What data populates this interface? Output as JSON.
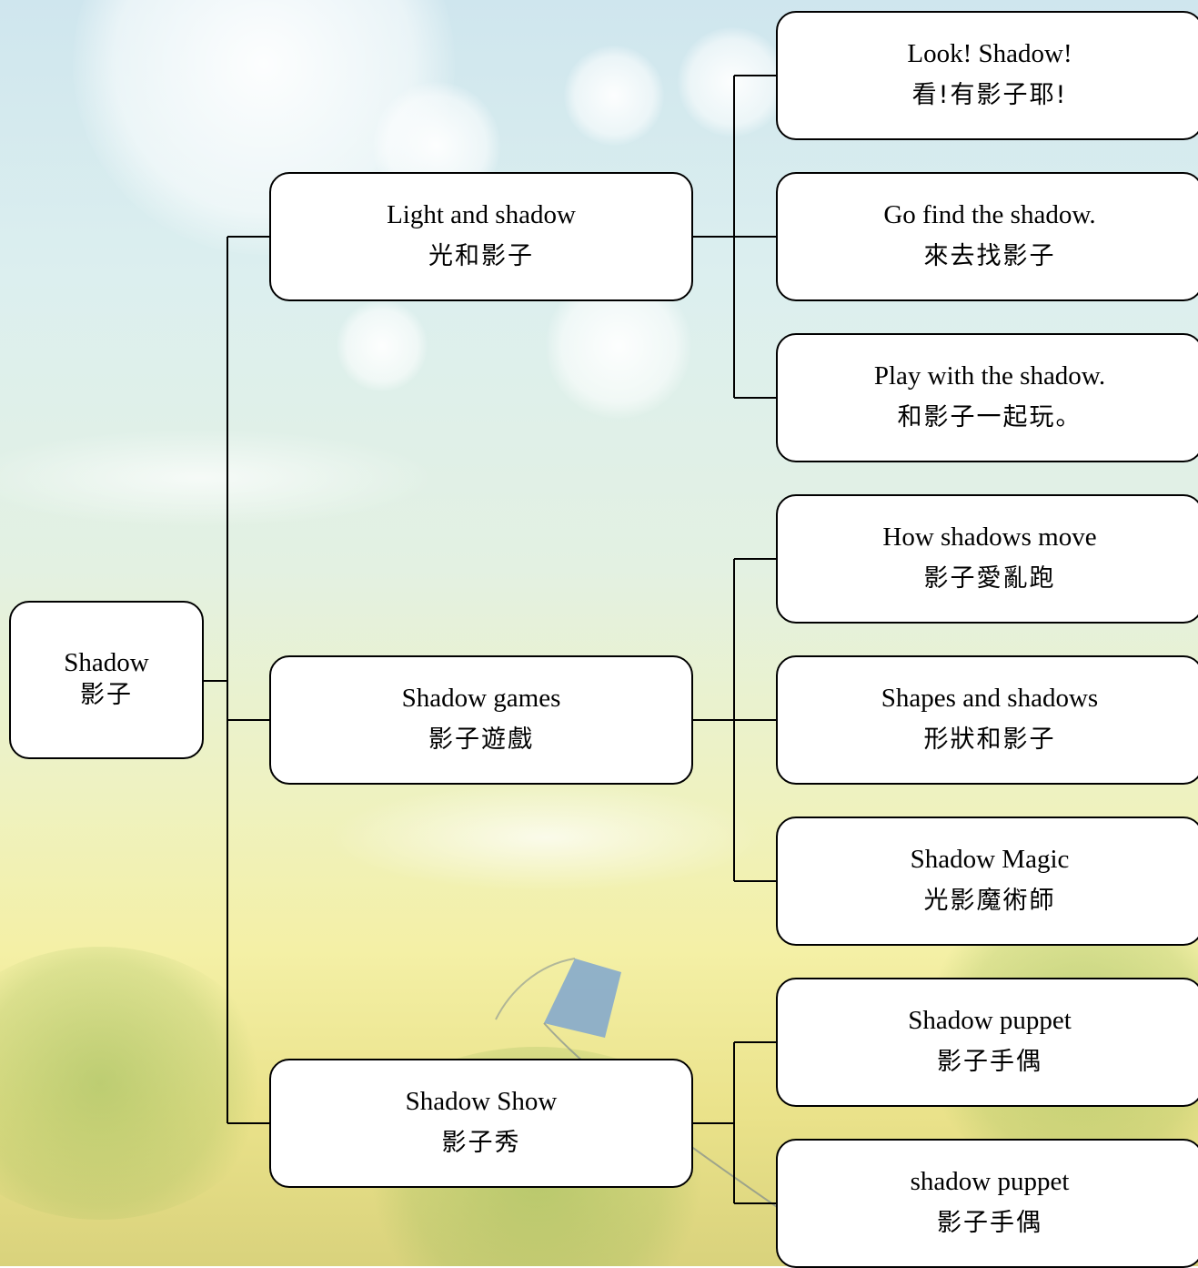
{
  "diagram": {
    "root": {
      "en": "Shadow",
      "zh": "影子"
    },
    "branches": [
      {
        "en": "Light and shadow",
        "zh": "光和影子",
        "children": [
          {
            "en": "Look! Shadow!",
            "zh": "看!有影子耶!"
          },
          {
            "en": "Go find the shadow.",
            "zh": "來去找影子"
          },
          {
            "en": "Play with the shadow.",
            "zh": "和影子一起玩。"
          }
        ]
      },
      {
        "en": "Shadow games",
        "zh": "影子遊戲",
        "children": [
          {
            "en": "How shadows move",
            "zh": "影子愛亂跑"
          },
          {
            "en": "Shapes and shadows",
            "zh": "形狀和影子"
          },
          {
            "en": "Shadow Magic",
            "zh": "光影魔術師"
          }
        ]
      },
      {
        "en": "Shadow Show",
        "zh": "影子秀",
        "children": [
          {
            "en": "Shadow puppet",
            "zh": "影子手偶"
          },
          {
            "en": "shadow puppet",
            "zh": "影子手偶"
          }
        ]
      }
    ]
  },
  "colors": {
    "node_fill": "#ffffff",
    "node_border": "#000000",
    "connector": "#000000",
    "kite": "#7fa6cf"
  }
}
